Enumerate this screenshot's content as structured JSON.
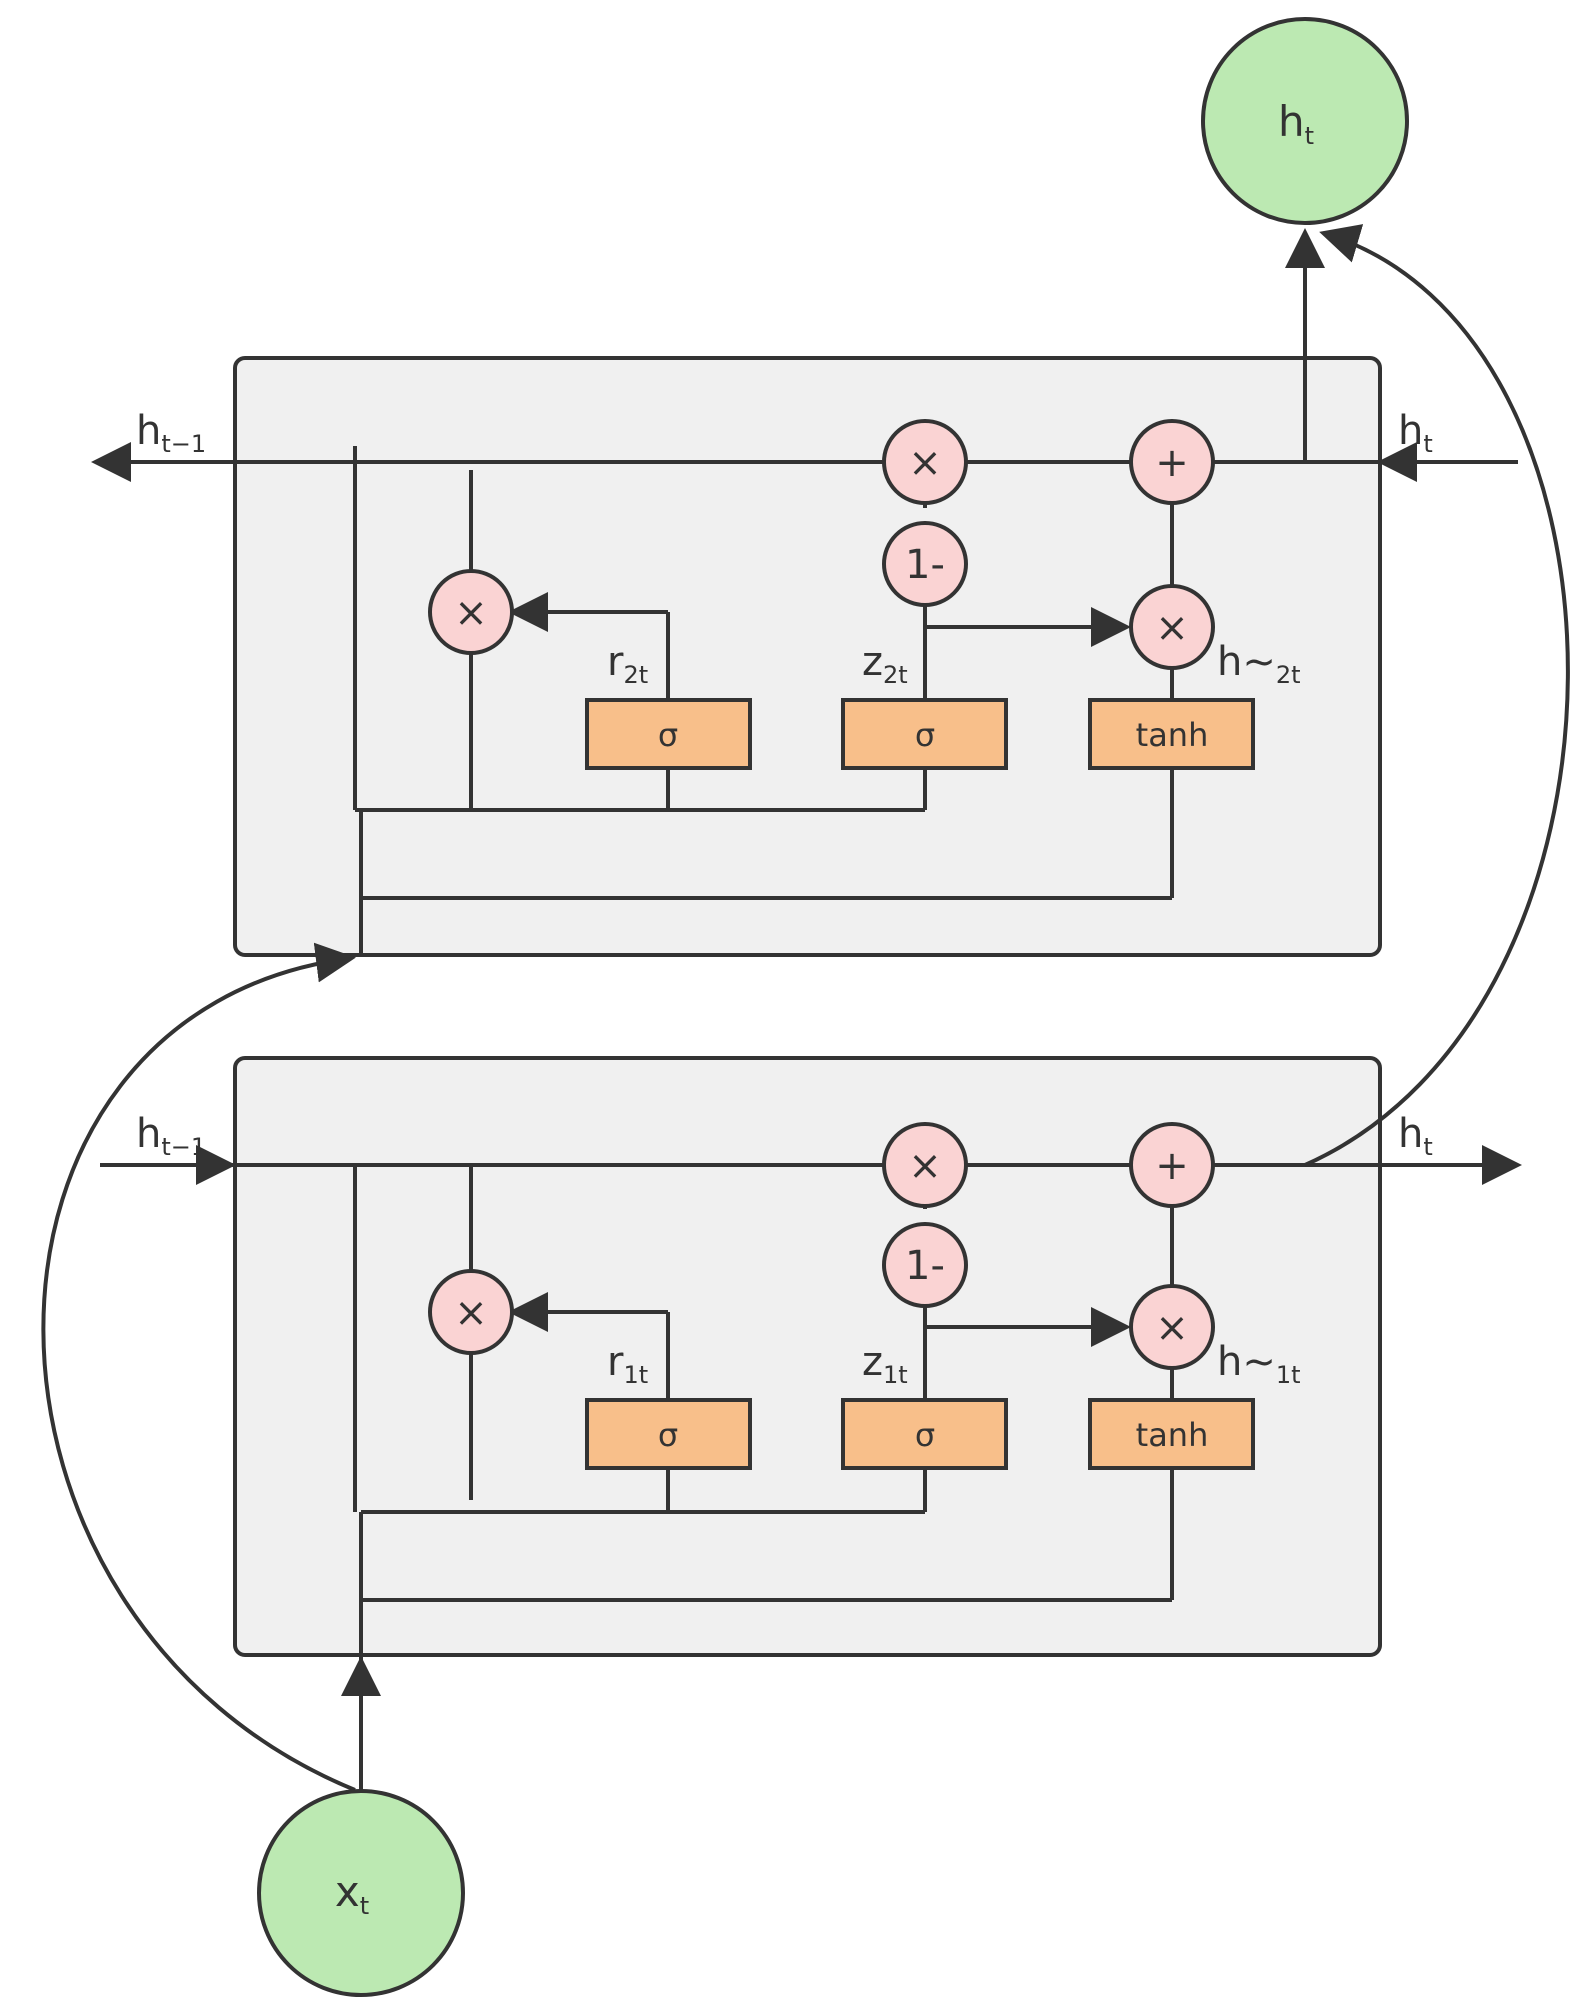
{
  "nodes": {
    "output": {
      "base": "h",
      "sub": "t"
    },
    "input": {
      "base": "x",
      "sub": "t"
    }
  },
  "top_cell": {
    "left_label": {
      "base": "h",
      "sub": "t−1"
    },
    "right_label": {
      "base": "h",
      "sub": "t"
    },
    "r_label": {
      "base": "r",
      "sub": "2t"
    },
    "z_label": {
      "base": "z",
      "sub": "2t"
    },
    "h_label": {
      "base": "h~",
      "sub": "2t"
    },
    "sigma_r": "σ",
    "sigma_z": "σ",
    "tanh": "tanh",
    "one_minus": "1-"
  },
  "bottom_cell": {
    "left_label": {
      "base": "h",
      "sub": "t−1"
    },
    "right_label": {
      "base": "h",
      "sub": "t"
    },
    "r_label": {
      "base": "r",
      "sub": "1t"
    },
    "z_label": {
      "base": "z",
      "sub": "1t"
    },
    "h_label": {
      "base": "h~",
      "sub": "1t"
    },
    "sigma_r": "σ",
    "sigma_z": "σ",
    "tanh": "tanh",
    "one_minus": "1-"
  },
  "operators": {
    "multiply": "×",
    "add": "+"
  },
  "colors": {
    "cell_fill": "#f0f0f0",
    "gate_fill": "#f8bf8a",
    "op_fill": "#fad3d3",
    "node_fill": "#bce9b2",
    "stroke": "#333333"
  }
}
